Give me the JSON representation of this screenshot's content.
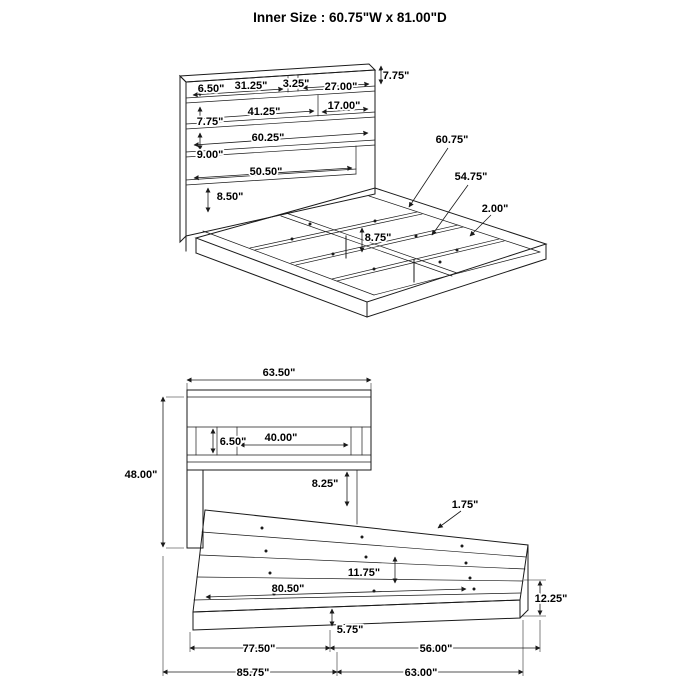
{
  "title": "Inner Size : 60.75\"W x 81.00\"D",
  "top_view": {
    "labels": {
      "top_depth": "7.75\"",
      "h1": "6.50\"",
      "w1": "31.25\"",
      "w_gap": "3.25\"",
      "w2": "27.00\"",
      "w3": "41.25\"",
      "w4": "17.00\"",
      "h2": "7.75\"",
      "w5": "60.25\"",
      "h3": "9.00\"",
      "w6": "50.50\"",
      "h4": "8.50\"",
      "inner_width": "60.75\"",
      "slat_length": "54.75\"",
      "rail_lip": "2.00\"",
      "support_height": "8.75\""
    }
  },
  "bottom_view": {
    "labels": {
      "headboard_width": "63.50\"",
      "headboard_height": "48.00\"",
      "shelf_height": "6.50\"",
      "shelf_width": "40.00\"",
      "clearance": "8.25\"",
      "deck_lip": "1.75\"",
      "inner_length": "80.50\"",
      "slat_gap": "11.75\"",
      "platform_height": "12.25\"",
      "fascia_height": "5.75\"",
      "span_a": "77.50\"",
      "span_b": "56.00\"",
      "overall_length": "85.75\"",
      "platform_length": "63.00\""
    }
  }
}
